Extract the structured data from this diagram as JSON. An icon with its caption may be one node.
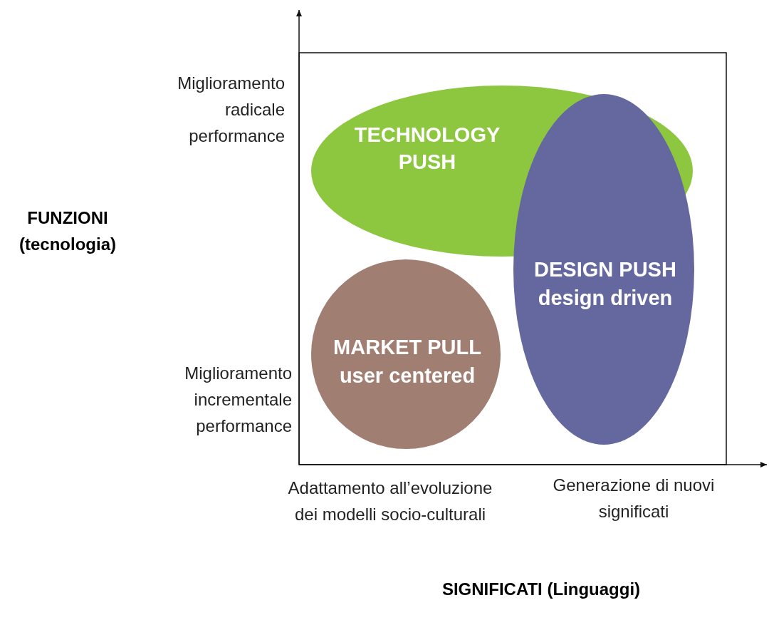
{
  "diagram": {
    "nodes": [
      {
        "text": [
          "TECHNOLOGY PUSH"
        ]
      },
      {
        "text": [
          "DESIGN PUSH",
          "design driven"
        ]
      },
      {
        "text": [
          "MARKET PULL",
          "user centered"
        ]
      }
    ],
    "labels": [
      "Miglioramento radicale performance",
      "FUNZIONI (tecnologia)",
      "Miglioramento incrementale performance",
      "Adattamento all’evoluzione dei modelli socio-culturali",
      "Generazione di nuovi significati",
      "SIGNIFICATI (Linguaggi)"
    ]
  }
}
